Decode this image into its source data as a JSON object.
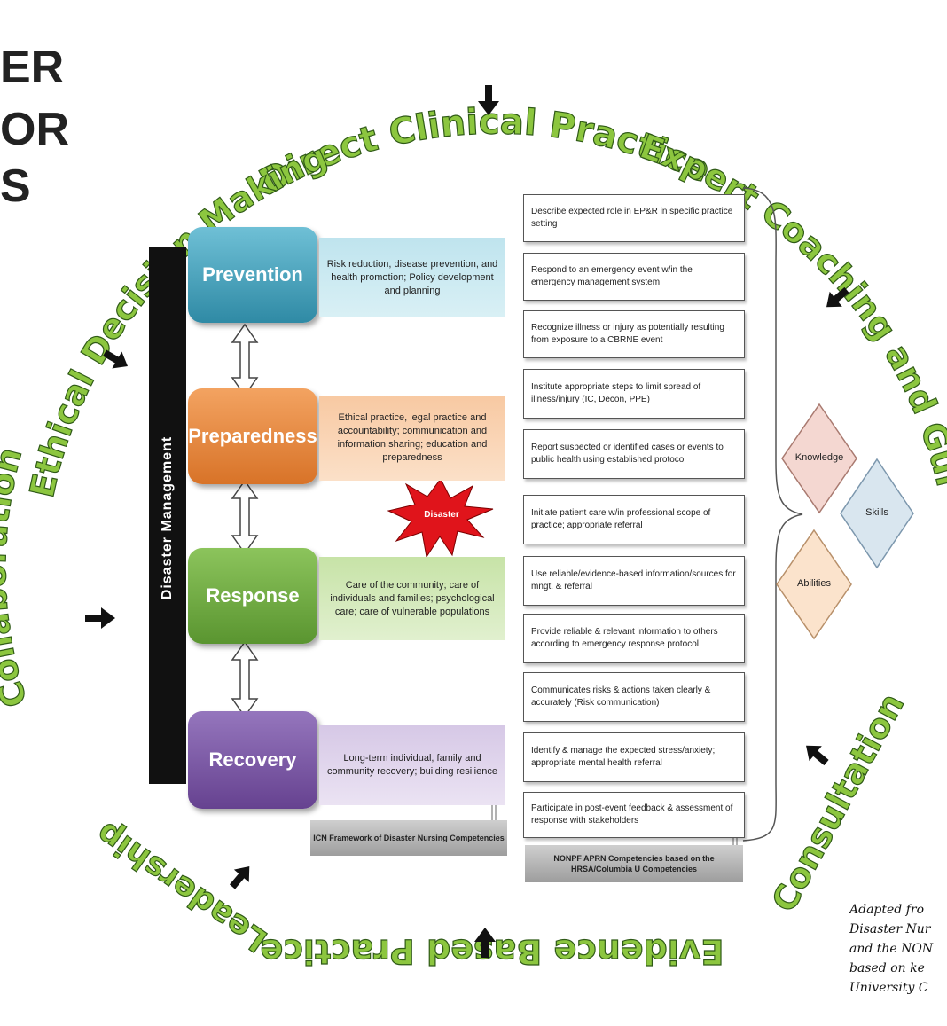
{
  "title_lines": [
    "ER",
    "OR",
    "S"
  ],
  "ring_labels": {
    "direct": "Direct Clinical Practice",
    "expert": "Expert Coaching and Guidance",
    "consultation": "Consultation",
    "evidence": "Evidence Based Practice",
    "leadership": "Leadership",
    "collaboration": "Collaboration",
    "ethical": "Ethical Decision Making"
  },
  "side_label": "Disaster Management",
  "phases": [
    {
      "name": "Prevention",
      "desc": "Risk reduction, disease prevention, and health promotion; Policy development and planning",
      "color": "#4aa3bd"
    },
    {
      "name": "Preparedness",
      "desc": "Ethical practice, legal practice and accountability; communication and information sharing; education and preparedness",
      "color": "#e98a3c"
    },
    {
      "name": "Response",
      "desc": "Care of the community; care of individuals and families; psychological care; care of vulnerable populations",
      "color": "#6faa3f"
    },
    {
      "name": "Recovery",
      "desc": "Long-term individual, family and community recovery; building resilience",
      "color": "#7b56a1"
    }
  ],
  "burst_label": "Disaster",
  "icn_label": "ICN Framework of Disaster Nursing Competencies",
  "competencies": [
    "Describe expected role in EP&R in specific practice setting",
    "Respond to an emergency event w/in the emergency management system",
    "Recognize illness or injury as potentially resulting from exposure to a CBRNE event",
    "Institute appropriate steps to limit spread of illness/injury (IC, Decon, PPE)",
    "Report suspected or identified cases or events to public health using established protocol",
    "Initiate patient care w/in professional scope of practice; appropriate referral",
    "Use reliable/evidence-based information/sources for mngt. & referral",
    "Provide reliable & relevant information to others according to emergency response protocol",
    "Communicates risks & actions taken clearly & accurately (Risk communication)",
    "Identify & manage the expected stress/anxiety; appropriate mental health referral",
    "Participate in post-event feedback & assessment of response with stakeholders"
  ],
  "nonpf_label": "NONPF APRN Competencies based on the HRSA/Columbia U Competencies",
  "ksa": [
    "Knowledge",
    "Skills",
    "Abilities"
  ],
  "caption_lines": [
    "Adapted fro",
    "Disaster Nur",
    "and the NON",
    "based on ke",
    "University C"
  ],
  "colors": {
    "ring_text": "#8cc63f",
    "ring_outline": "#3d6b1f"
  }
}
